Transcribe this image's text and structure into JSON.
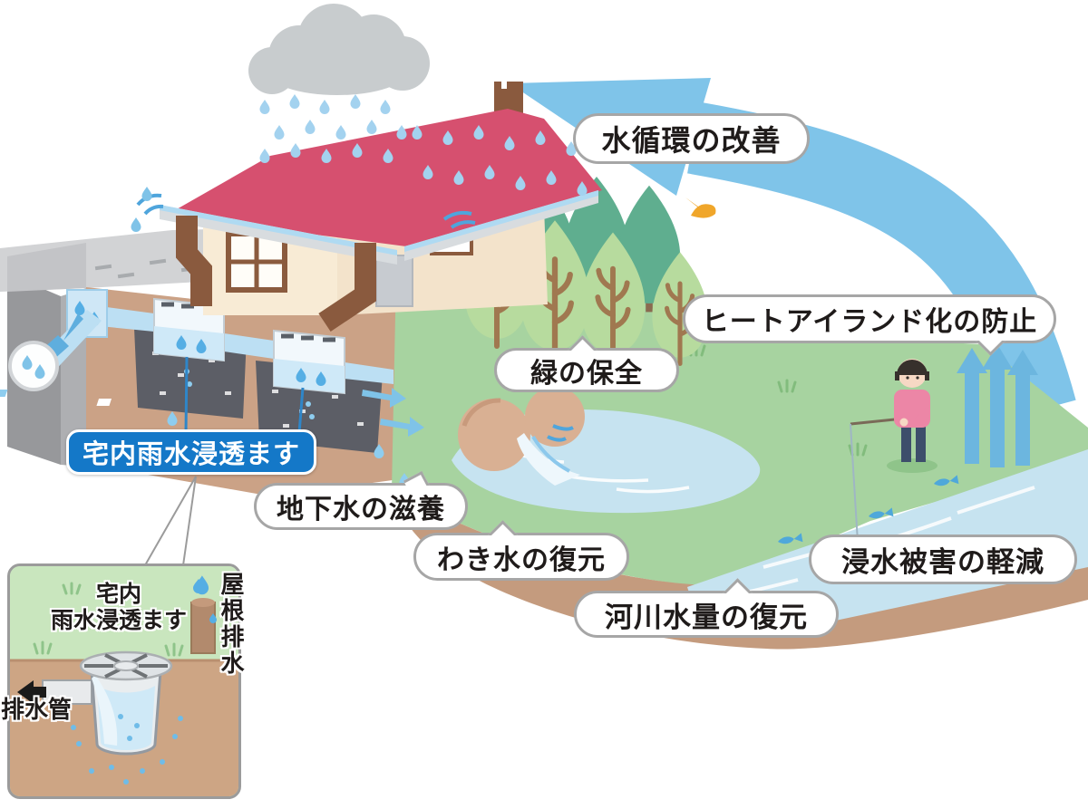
{
  "figure": {
    "type": "illustrated diagram",
    "topic": "宅内雨水浸透ます (household rainwater infiltration basin) benefits"
  },
  "bubbles": {
    "water_cycle": "水循環の改善",
    "heat_island": "ヒートアイランド化の防止",
    "greenery": "緑の保全",
    "groundwater": "地下水の滋養",
    "spring": "わき水の復元",
    "flood": "浸水被害の軽減",
    "river": "河川水量の復元"
  },
  "callout": {
    "infiltration_basin": "宅内雨水浸透ます"
  },
  "inset": {
    "label_line1": "宅内",
    "label_line2": "雨水浸透ます",
    "roof_drain": "屋根排水",
    "drain_pipe": "排水管"
  },
  "colors": {
    "callout_blue": "#1478c8",
    "arrow_blue": "#7fc4e9",
    "roof_pink": "#d6506f",
    "grass_green": "#a7d3a0",
    "soil_tan": "#cba286",
    "bubble_border": "#a6a6a6"
  }
}
